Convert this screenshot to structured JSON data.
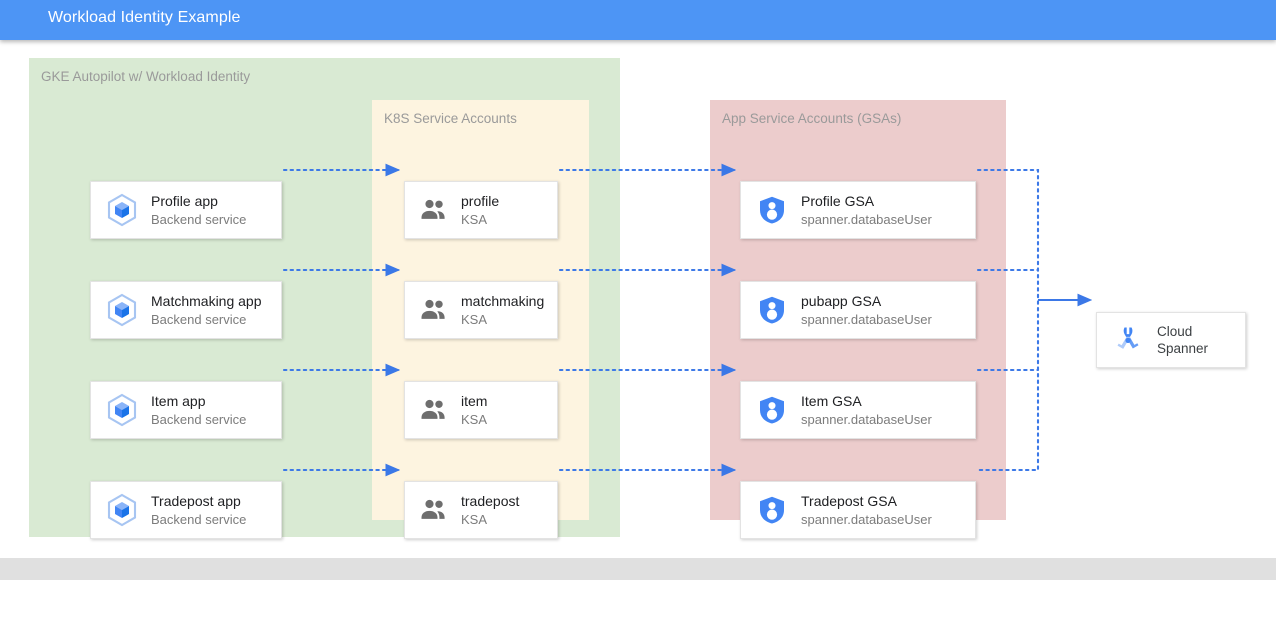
{
  "window": {
    "title": "Workload Identity Example",
    "header_color": "#4d95f5",
    "footer_color": "#e0e0e0"
  },
  "groups": {
    "gke": {
      "label": "GKE Autopilot w/ Workload Identity",
      "color": "#d9ead3"
    },
    "ksa": {
      "label": "K8S Service Accounts",
      "color": "#fdf4e0"
    },
    "gsa": {
      "label": "App Service Accounts (GSAs)",
      "color": "#eccccc"
    }
  },
  "apps": [
    {
      "name": "Profile app",
      "subtitle": "Backend service",
      "icon": "gke-cube-icon"
    },
    {
      "name": "Matchmaking app",
      "subtitle": "Backend service",
      "icon": "gke-cube-icon"
    },
    {
      "name": "Item app",
      "subtitle": "Backend service",
      "icon": "gke-cube-icon"
    },
    {
      "name": "Tradepost app",
      "subtitle": "Backend service",
      "icon": "gke-cube-icon"
    }
  ],
  "ksas": [
    {
      "name": "profile",
      "subtitle": "KSA",
      "icon": "people-group-icon"
    },
    {
      "name": "matchmaking",
      "subtitle": "KSA",
      "icon": "people-group-icon"
    },
    {
      "name": "item",
      "subtitle": "KSA",
      "icon": "people-group-icon"
    },
    {
      "name": "tradepost",
      "subtitle": "KSA",
      "icon": "people-group-icon"
    }
  ],
  "gsas": [
    {
      "name": "Profile GSA",
      "subtitle": "spanner.databaseUser",
      "icon": "shield-person-icon"
    },
    {
      "name": "pubapp GSA",
      "subtitle": "spanner.databaseUser",
      "icon": "shield-person-icon"
    },
    {
      "name": "Item GSA",
      "subtitle": "spanner.databaseUser",
      "icon": "shield-person-icon"
    },
    {
      "name": "Tradepost GSA",
      "subtitle": "spanner.databaseUser",
      "icon": "shield-person-icon"
    }
  ],
  "database": {
    "name_line1": "Cloud",
    "name_line2": "Spanner",
    "icon": "cloud-spanner-icon"
  },
  "connectors": {
    "line_color": "#3b78e7",
    "style_app_to_ksa": "dotted",
    "style_ksa_to_gsa": "dotted",
    "style_gsa_to_bus": "dotted",
    "style_bus_to_spanner": "solid"
  }
}
